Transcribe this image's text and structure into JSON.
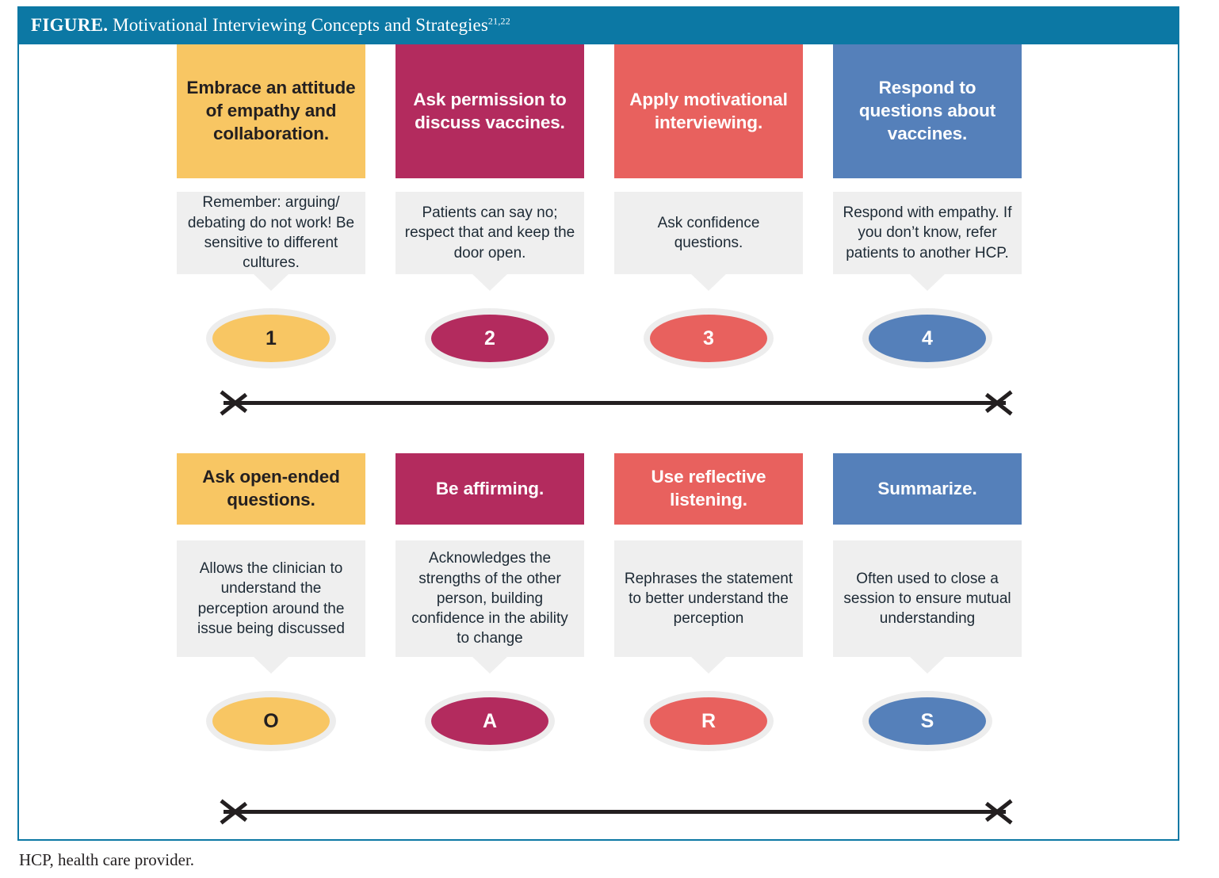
{
  "figure": {
    "header_label": "FIGURE.",
    "header_title": "Motivational Interviewing Concepts and Strategies",
    "header_superscript": "21,22",
    "footnote": "HCP, health care provider."
  },
  "colors": {
    "header_bar": "#0c78a4",
    "yellow": "#f8c663",
    "crimson": "#b32b5e",
    "salmon": "#e8615e",
    "blue": "#5580ba",
    "caption_gray": "#efefef",
    "oval_ring": "#ededed",
    "arrow": "#231f20",
    "dark_text": "#231f20",
    "light_text": "#ffffff"
  },
  "rows": [
    {
      "name": "mi-process-steps",
      "arrow": "double-headed-horizontal-arrow",
      "columns": [
        {
          "heading": "Embrace an attitude of empathy and collaboration.",
          "caption": "Remember: arguing/ debating do not work! Be sensitive to different cultures.",
          "badge": "1",
          "color": "#f8c663",
          "heading_text_color": "#231f20",
          "badge_text_color": "#231f20"
        },
        {
          "heading": "Ask permission to discuss vaccines.",
          "caption": "Patients can say no; respect that and keep the door open.",
          "badge": "2",
          "color": "#b32b5e",
          "heading_text_color": "#ffffff",
          "badge_text_color": "#ffffff"
        },
        {
          "heading": "Apply motivational interviewing.",
          "caption": "Ask confidence questions.",
          "badge": "3",
          "color": "#e8615e",
          "heading_text_color": "#ffffff",
          "badge_text_color": "#ffffff"
        },
        {
          "heading": "Respond to questions about vaccines.",
          "caption": "Respond with empathy. If you don’t know, refer patients to another HCP.",
          "badge": "4",
          "color": "#5580ba",
          "heading_text_color": "#ffffff",
          "badge_text_color": "#ffffff"
        }
      ]
    },
    {
      "name": "oars-skills",
      "arrow": "double-headed-horizontal-arrow",
      "columns": [
        {
          "heading": "Ask open-ended questions.",
          "caption": "Allows the clinician to understand the perception around the issue being discussed",
          "badge": "O",
          "color": "#f8c663",
          "heading_text_color": "#231f20",
          "badge_text_color": "#231f20"
        },
        {
          "heading": "Be affirming.",
          "caption": "Acknowledges the strengths of the other person, building confidence in the ability to change",
          "badge": "A",
          "color": "#b32b5e",
          "heading_text_color": "#ffffff",
          "badge_text_color": "#ffffff"
        },
        {
          "heading": "Use reflective listening.",
          "caption": "Rephrases the statement to better understand the perception",
          "badge": "R",
          "color": "#e8615e",
          "heading_text_color": "#ffffff",
          "badge_text_color": "#ffffff"
        },
        {
          "heading": "Summarize.",
          "caption": "Often used to close a session to ensure mutual understanding",
          "badge": "S",
          "color": "#5580ba",
          "heading_text_color": "#ffffff",
          "badge_text_color": "#ffffff"
        }
      ]
    }
  ]
}
